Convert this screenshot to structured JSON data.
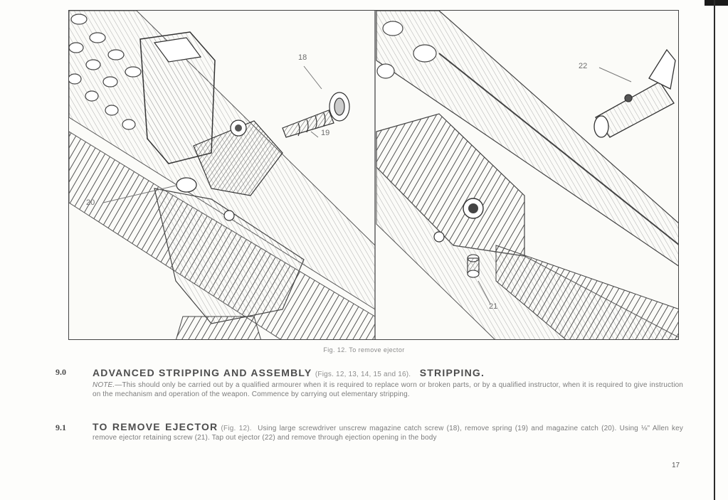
{
  "figure": {
    "callouts": [
      "18",
      "19",
      "20",
      "21",
      "22"
    ],
    "caption": "Fig. 12.   To remove ejector"
  },
  "section_90": {
    "number": "9.0",
    "heading": "ADVANCED STRIPPING AND ASSEMBLY",
    "figure_ref": "(Figs. 12, 13, 14, 15 and 16).",
    "subheading": "STRIPPING.",
    "note_label": "NOTE.",
    "note_text": "—This should only be carried out by a qualified armourer when it is required to replace worn or broken parts, or by a qualified instructor, when it is required to give instruction on the mechanism and operation of the weapon.  Commence by carrying out elementary stripping."
  },
  "section_91": {
    "number": "9.1",
    "heading": "TO REMOVE EJECTOR",
    "figure_ref": "(Fig. 12).",
    "text": "Using large screwdriver unscrew magazine catch screw (18), remove spring (19) and magazine catch (20).  Using ⅛\" Allen key remove ejector retaining screw (21).  Tap out ejector (22) and remove through ejection opening in the body"
  },
  "page_number": "17"
}
